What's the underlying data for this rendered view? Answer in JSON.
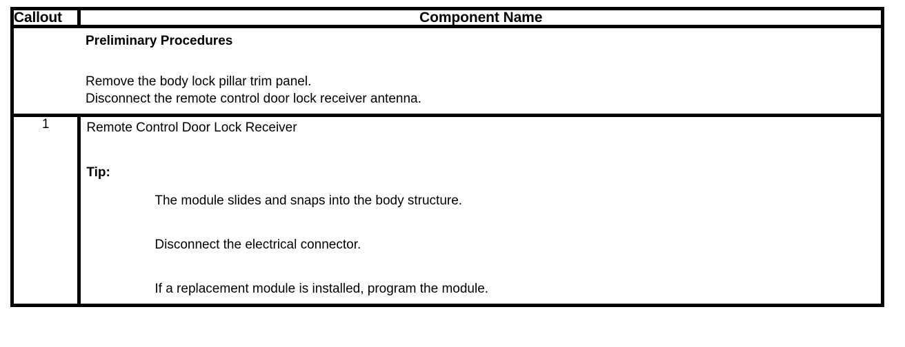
{
  "table": {
    "headers": {
      "callout": "Callout",
      "component_name": "Component Name"
    },
    "preliminary": {
      "title": "Preliminary Procedures",
      "steps": [
        "Remove the body lock pillar trim panel.",
        "Disconnect the remote control door lock receiver antenna."
      ]
    },
    "rows": [
      {
        "callout": "1",
        "component_name": "Remote Control Door Lock Receiver",
        "tip_label": "Tip:",
        "tips": [
          "The module slides and snaps into the body structure.",
          "Disconnect the electrical connector.",
          "If a replacement module is installed, program the module."
        ]
      }
    ]
  }
}
